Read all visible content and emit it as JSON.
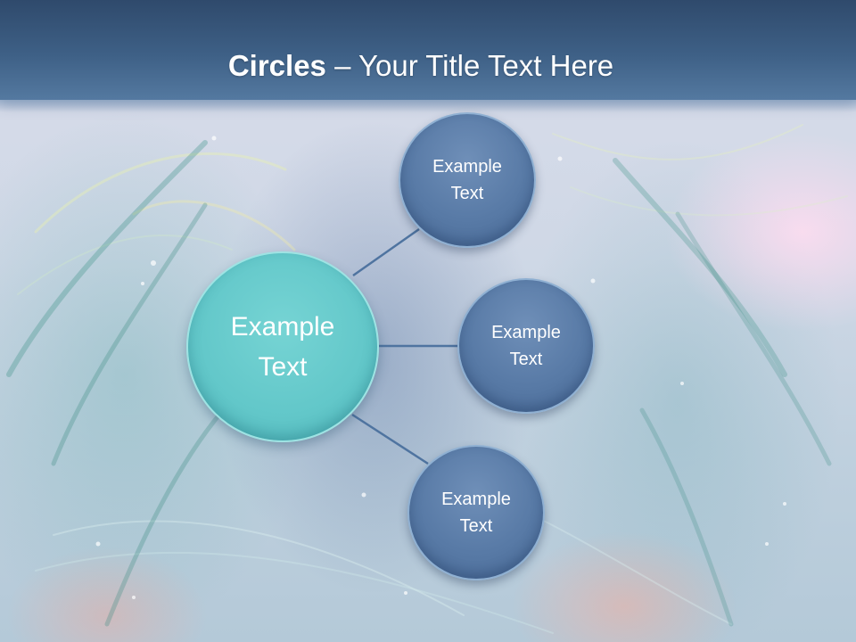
{
  "title": {
    "bold": "Circles",
    "rest": " – Your Title Text Here"
  },
  "diagram": {
    "hub": {
      "label": "Example Text"
    },
    "nodes": [
      {
        "label": "Example Text"
      },
      {
        "label": "Example Text"
      },
      {
        "label": "Example Text"
      }
    ]
  },
  "colors": {
    "title_bar": "#3e6086",
    "hub_fill": "#62c7c9",
    "node_fill": "#587aa6",
    "connector": "#4f74a0"
  }
}
